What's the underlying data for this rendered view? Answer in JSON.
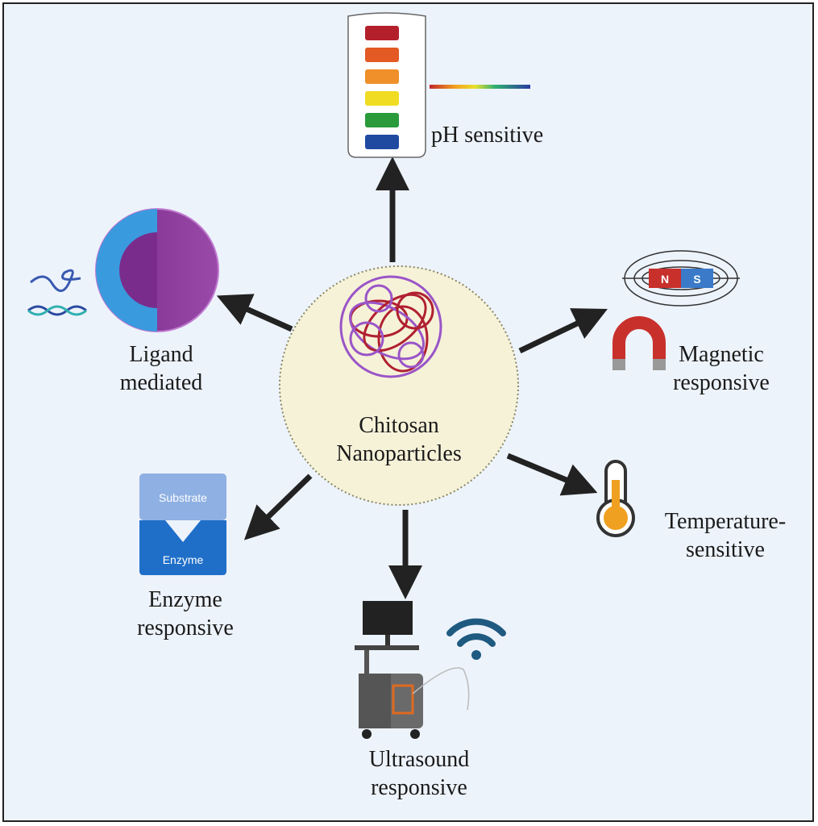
{
  "center": {
    "line1": "Chitosan",
    "line2": "Nanoparticles"
  },
  "nodes": {
    "ph": {
      "label": "pH sensitive"
    },
    "magnetic": {
      "line1": "Magnetic",
      "line2": "responsive",
      "north": "N",
      "south": "S"
    },
    "temperature": {
      "line1": "Temperature-",
      "line2": "sensitive"
    },
    "ultrasound": {
      "line1": "Ultrasound",
      "line2": "responsive"
    },
    "enzyme": {
      "line1": "Enzyme",
      "line2": "responsive",
      "substrate": "Substrate",
      "enzyme": "Enzyme"
    },
    "ligand": {
      "line1": "Ligand",
      "line2": "mediated"
    }
  },
  "colors": {
    "background": "#edf3fb",
    "center_fill": "#f6f2d8",
    "arrow": "#222222",
    "enzyme_dark": "#1f6fc9",
    "enzyme_light": "#8fb0e2"
  }
}
